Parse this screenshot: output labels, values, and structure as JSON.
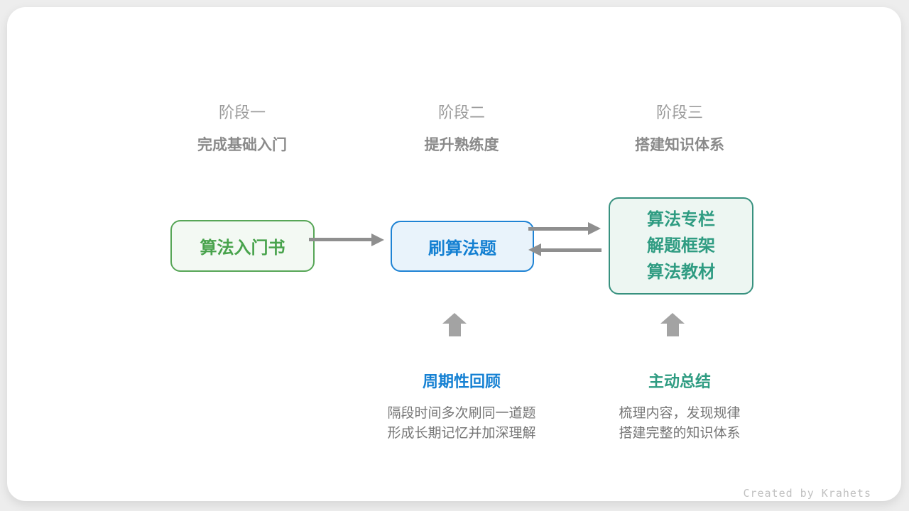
{
  "stages": [
    {
      "label": "阶段一",
      "subtitle": "完成基础入门"
    },
    {
      "label": "阶段二",
      "subtitle": "提升熟练度"
    },
    {
      "label": "阶段三",
      "subtitle": "搭建知识体系"
    }
  ],
  "nodes": [
    {
      "id": "intro-book",
      "lines": [
        "算法入门书"
      ]
    },
    {
      "id": "practice-problems",
      "lines": [
        "刷算法题"
      ]
    },
    {
      "id": "knowledge-resources",
      "lines": [
        "算法专栏",
        "解题框架",
        "算法教材"
      ]
    }
  ],
  "annotations": [
    {
      "title": "周期性回顾",
      "desc_lines": [
        "隔段时间多次刷同一道题",
        "形成长期记忆并加深理解"
      ]
    },
    {
      "title": "主动总结",
      "desc_lines": [
        "梳理内容，发现规律",
        "搭建完整的知识体系"
      ]
    }
  ],
  "footer": {
    "credit": "Created by Krahets"
  },
  "colors": {
    "page_background": "#ededed",
    "card_background": "#ffffff",
    "stage_label_gray": "#9c9c9c",
    "stage_subtitle_gray": "#8a8a8a",
    "node_green_border": "#57a657",
    "node_green_fill": "#f3f9f3",
    "node_green_text": "#48a34c",
    "node_blue_border": "#1f83d4",
    "node_blue_fill": "#e9f3fb",
    "node_blue_text": "#1480d2",
    "node_teal_border": "#38917f",
    "node_teal_fill": "#edf6f2",
    "node_teal_text": "#2f9c82",
    "connector_arrow_gray": "#8f8f8f",
    "block_arrow_gray": "#a3a3a3",
    "description_gray": "#767676",
    "credit_gray": "#c1c1c1"
  }
}
